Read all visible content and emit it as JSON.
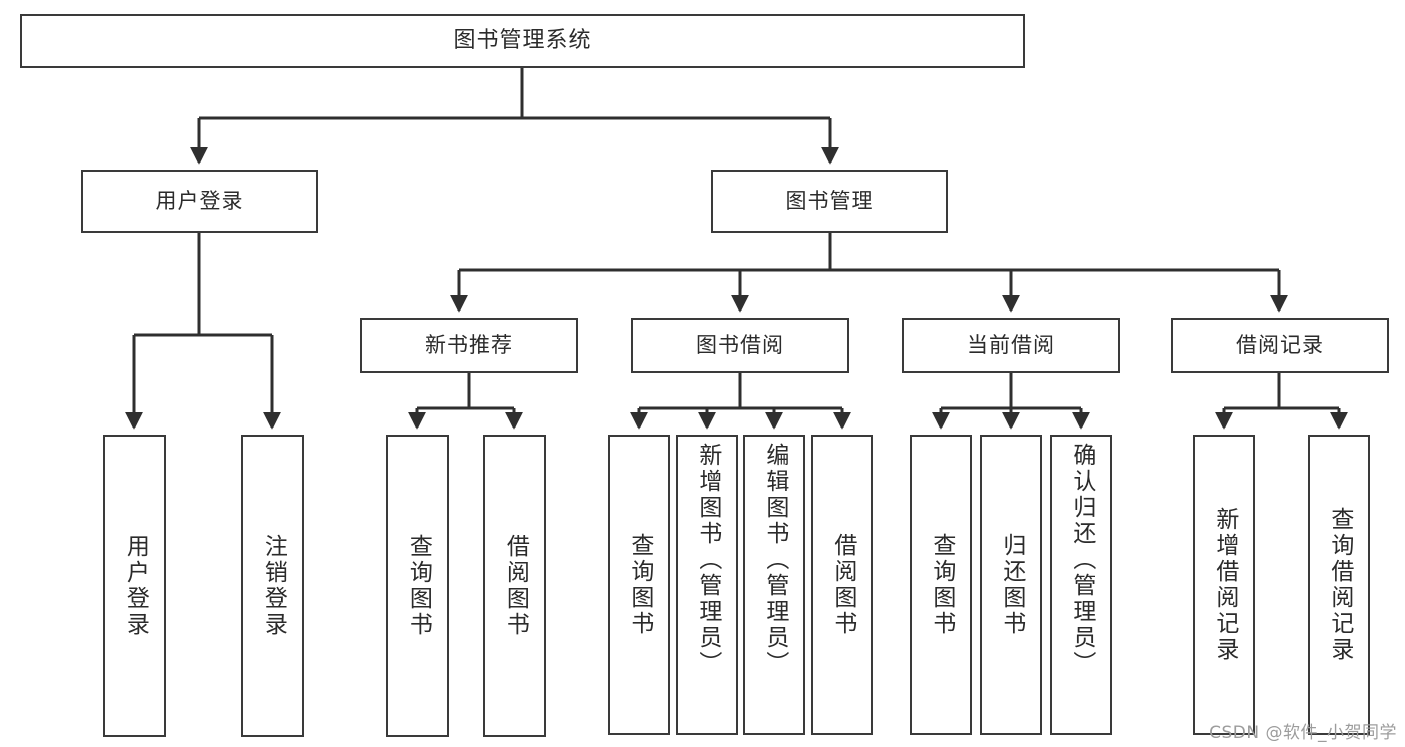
{
  "diagram": {
    "title": "图书管理系统",
    "type": "tree-hierarchy",
    "watermark": "CSDN @软件_小贺同学",
    "colors": {
      "box_border": "#3a3a3a",
      "box_fill": "#ffffff",
      "edge": "#2f2f2f",
      "text": "#2b2b2b",
      "watermark": "#9c9c9c",
      "background": "#ffffff"
    },
    "root": {
      "label": "图书管理系统"
    },
    "level1": [
      {
        "label": "用户登录"
      },
      {
        "label": "图书管理"
      }
    ],
    "level2": [
      {
        "label": "新书推荐"
      },
      {
        "label": "图书借阅"
      },
      {
        "label": "当前借阅"
      },
      {
        "label": "借阅记录"
      }
    ],
    "leaves": {
      "user_login": [
        {
          "label": "用户登录"
        },
        {
          "label": "注销登录"
        }
      ],
      "new_book": [
        {
          "label": "查询图书"
        },
        {
          "label": "借阅图书"
        }
      ],
      "book_borrow": [
        {
          "label": "查询图书"
        },
        {
          "label": "新增图书（管理员）"
        },
        {
          "label": "编辑图书（管理员）"
        },
        {
          "label": "借阅图书"
        }
      ],
      "current_borrow": [
        {
          "label": "查询图书"
        },
        {
          "label": "归还图书"
        },
        {
          "label": "确认归还（管理员）"
        }
      ],
      "borrow_record": [
        {
          "label": "新增借阅记录"
        },
        {
          "label": "查询借阅记录"
        }
      ]
    }
  }
}
